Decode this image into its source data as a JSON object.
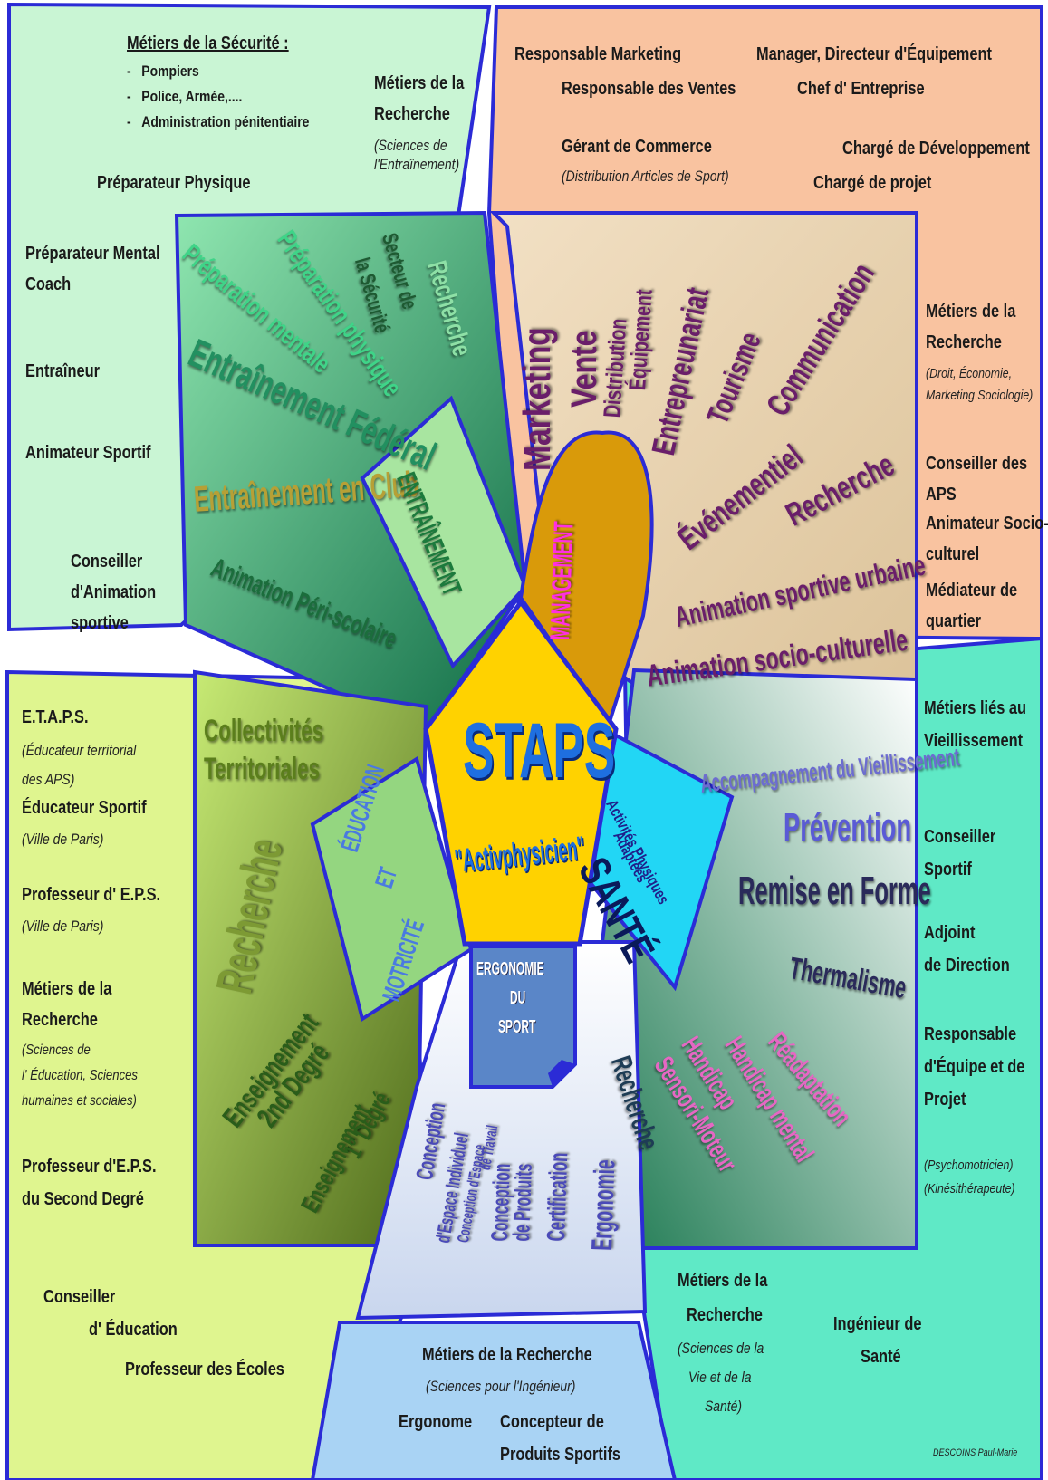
{
  "colors": {
    "top_left_bg": "#c9f5d4",
    "top_right_bg": "#f9c3a0",
    "left_bg": "#dff58f",
    "right_bg": "#5fe9c6",
    "bottom_bg": "#a9d3f4",
    "panel_border": "#2b2bd6",
    "staps_fill": "#ffd200",
    "management_fill": "#d99a0a",
    "sante_fill": "#22d6f5",
    "ergonomie_fill": "#5a86c8",
    "accent_purple": "#6a1e6a"
  },
  "top_left": {
    "securite_title": "Métiers de la Sécurité :",
    "securite_items": [
      "Pompiers",
      "Police, Armée,....",
      "Administration pénitentiaire"
    ],
    "recherche_title": "Métiers de la Recherche",
    "recherche_line2": "Recherche",
    "recherche_sub": "(Sciences de l'Entraînement)",
    "preparateur_physique": "Préparateur Physique"
  },
  "left_column_top": {
    "prep_mental": "Préparateur Mental",
    "coach": "Coach",
    "entraineur": "Entraîneur",
    "animateur": "Animateur Sportif",
    "conseiller_line1": "Conseiller",
    "conseiller_line2": "d'Animation",
    "conseiller_line3": "sportive"
  },
  "top_right": {
    "resp_marketing": "Responsable Marketing",
    "manager": "Manager, Directeur d'Équipement",
    "resp_ventes": "Responsable des Ventes",
    "chef_entreprise": "Chef d' Entreprise",
    "gerant": "Gérant de Commerce",
    "gerant_sub": "(Distribution Articles de Sport)",
    "charge_dev": "Chargé de Développement",
    "charge_projet": "Chargé de projet"
  },
  "right_column_top": {
    "recherche_l1": "Métiers de la",
    "recherche_l2": "Recherche",
    "recherche_sub1": "(Droit, Économie,",
    "recherche_sub2": "Marketing Sociologie)",
    "conseiller_l1": "Conseiller des",
    "conseiller_l2": "APS",
    "animateur_l1": "Animateur Socio-",
    "animateur_l2": "culturel",
    "mediateur_l1": "Médiateur de",
    "mediateur_l2": "quartier"
  },
  "entrainement_panel": {
    "label": "ENTRAÎNEMENT",
    "words": {
      "recherche": "Recherche",
      "securite_1": "Secteur de",
      "securite_2": "la Sécurité",
      "prep_physique": "Préparation physique",
      "prep_mentale": "Préparation mentale",
      "federal": "Entraînement Fédéral",
      "club": "Entraînement en Club",
      "periscolaire": "Animation Péri-scolaire"
    }
  },
  "management_panel": {
    "label": "MANAGEMENT",
    "words": {
      "marketing": "Marketing",
      "vente": "Vente",
      "distribution": "Distribution",
      "equipement": "Équipement",
      "entrepreunariat": "Entrepreunariat",
      "tourisme": "Tourisme",
      "communication": "Communication",
      "evenementiel": "Événementiel",
      "recherche": "Recherche",
      "urbaine": "Animation sportive urbaine",
      "socioculturelle": "Animation socio-culturelle"
    }
  },
  "center": {
    "title": "STAPS",
    "subtitle": "\"Activphysicien\""
  },
  "education_panel": {
    "label_1": "ÉDUCATION",
    "label_2": "ET",
    "label_3": "MOTRICITÉ",
    "words": {
      "collectivites_1": "Collectivités",
      "collectivites_2": "Territoriales",
      "recherche": "Recherche",
      "enseignement_1": "Enseignement",
      "degre_2": "2nd Degré",
      "enseignement_2": "Enseignement",
      "degre_1": "1° Degré"
    }
  },
  "left_column_bottom": {
    "etaps": "E.T.A.P.S.",
    "etaps_sub1": "(Éducateur territorial",
    "etaps_sub2": "des APS)",
    "educateur": "Éducateur Sportif",
    "educateur_sub": "(Ville de Paris)",
    "prof_eps": "Professeur d' E.P.S.",
    "prof_eps_sub": "(Ville de Paris)",
    "recherche_l1": "Métiers de la",
    "recherche_l2": "Recherche",
    "recherche_sub1": "(Sciences de",
    "recherche_sub2": "l' Éducation, Sciences",
    "recherche_sub3": "humaines et sociales)",
    "prof_second_l1": "Professeur d'E.P.S.",
    "prof_second_l2": "du Second Degré",
    "conseiller_l1": "Conseiller",
    "conseiller_l2": "d' Éducation",
    "prof_ecoles": "Professeur des Écoles"
  },
  "sante_panel": {
    "label": "SANTÉ",
    "sublabel_1": "Activités Physiques",
    "sublabel_2": "Adaptées",
    "words": {
      "vieillissement": "Accompagnement du Vieillissement",
      "prevention": "Prévention",
      "remise": "Remise en Forme",
      "thermalisme": "Thermalisme",
      "readaptation": "Réadaptation",
      "handicap_mental": "Handicap mental",
      "handicap": "Handicap",
      "sensori": "Sensori-Moteur",
      "recherche": "Recherche"
    }
  },
  "right_column_bottom": {
    "vieill_l1": "Métiers liés au",
    "vieill_l2": "Vieillissement",
    "conseiller_l1": "Conseiller",
    "conseiller_l2": "Sportif",
    "adjoint_l1": "Adjoint",
    "adjoint_l2": "de Direction",
    "resp_l1": "Responsable",
    "resp_l2": "d'Équipe et de",
    "resp_l3": "Projet",
    "psy": "(Psychomotricien)",
    "kine": "(Kinésithérapeute)",
    "recherche_l1": "Métiers de la",
    "recherche_l2": "Recherche",
    "recherche_sub1": "(Sciences de la",
    "recherche_sub2": "Vie et de la",
    "recherche_sub3": "Santé)",
    "ingenieur_l1": "Ingénieur de",
    "ingenieur_l2": "Santé",
    "author": "DESCOINS Paul-Marie"
  },
  "ergonomie_panel": {
    "label_1": "ERGONOMIE",
    "label_2": "DU",
    "label_3": "SPORT",
    "words": {
      "concept_1": "Conception",
      "concept_2": "d'Espace Individuel",
      "concept_3": "Conception d'Espace",
      "concept_4": "de Travail",
      "produits_1": "Conception",
      "produits_2": "de Produits",
      "certification": "Certification",
      "ergonomie": "Ergonomie"
    }
  },
  "bottom": {
    "recherche": "Métiers de la Recherche",
    "recherche_sub": "(Sciences pour l'Ingénieur)",
    "ergonome": "Ergonome",
    "concepteur_l1": "Concepteur de",
    "concepteur_l2": "Produits Sportifs"
  }
}
